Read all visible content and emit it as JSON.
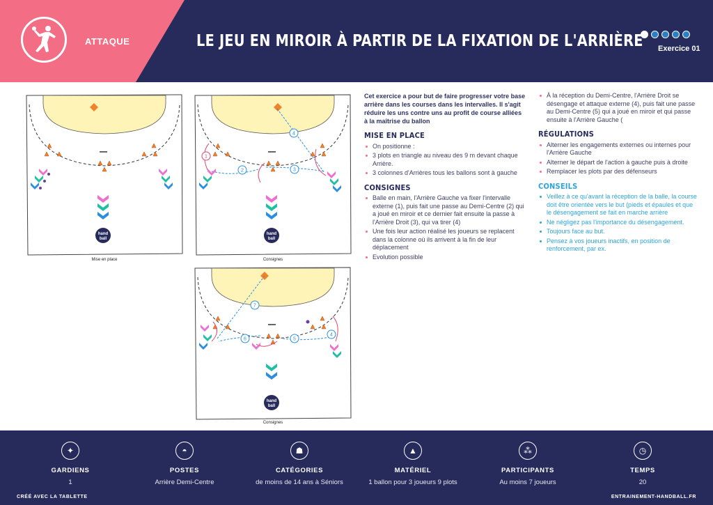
{
  "header": {
    "category": "ATTAQUE",
    "title": "LE JEU EN MIROIR À PARTIR DE LA FIXATION DE L'ARRIÈRE",
    "exercise": "Exercice 01"
  },
  "diagrams": {
    "captions": [
      "Mise en place",
      "Consignes",
      "Consignes"
    ],
    "logo_text_top": "hand",
    "logo_text_bottom": "ball",
    "labels_court2": [
      "1",
      "2",
      "3",
      "4"
    ],
    "labels_court3": [
      "4",
      "5",
      "6",
      "7"
    ]
  },
  "content": {
    "intro": "Cet exercice a pour but de faire progresser votre base arrière dans les courses dans les intervalles. Il s'agit réduire les uns contre uns au profit de course alliées à la maîtrise du ballon",
    "mise_en_place": {
      "title": "MISE EN PLACE",
      "items": [
        "On positionne :",
        "3 plots en triangle au niveau des 9 m devant chaque Arrière.",
        "3 colonnes d'Arrières tous les ballons sont à gauche"
      ]
    },
    "consignes": {
      "title": "CONSIGNES",
      "items": [
        "Balle en main, l'Arrière Gauche va fixer l'intervalle externe (1), puis fait une passe au Demi-Centre (2) qui a joué en miroir et ce dernier fait ensuite la passe à l'Arrière Droit (3), qui va tirer (4)",
        "Une fois leur action réalisé les joueurs se replacent dans la colonne où ils arrivent à la fin de leur déplacement",
        "Evolution possible"
      ]
    },
    "col2_items": [
      "À la réception du Demi-Centre, l'Arrière Droit se désengage et attaque externe (4), puis fait une passe au Demi-Centre (5) qui a joué en miroir et qui passe ensuite à l'Arrière Gauche ("
    ],
    "regulations": {
      "title": "RÉGULATIONS",
      "items": [
        "Alterner les engagements externes ou internes pour l'Arrière Gauche",
        "Alterner le départ de l'action à gauche puis à droite",
        "Remplacer les plots par des défenseurs"
      ]
    },
    "conseils": {
      "title": "CONSEILS",
      "items": [
        "Veillez à ce qu'avant la réception de la balle, la course doit être orientée vers le but (pieds et épaules et que le désengagement se fait en marche arrière",
        "Ne négligez pas l'importance du désengagement.",
        "Toujours face au but.",
        "Pensez à vos joueurs inactifs, en position de renforcement, par ex."
      ]
    }
  },
  "footer": {
    "stats": [
      {
        "label": "GARDIENS",
        "value": "1",
        "icon": "goalkeeper-icon"
      },
      {
        "label": "POSTES",
        "value": "Arrière Demi-Centre",
        "icon": "court-icon"
      },
      {
        "label": "CATÉGORIES",
        "value": "de moins de 14 ans à Séniors",
        "icon": "group-icon"
      },
      {
        "label": "MATÉRIEL",
        "value": "1 ballon pour 3 joueurs 9 plots",
        "icon": "cone-icon"
      },
      {
        "label": "PARTICIPANTS",
        "value": "Au moins 7 joueurs",
        "icon": "players-icon"
      },
      {
        "label": "TEMPS",
        "value": "20",
        "icon": "clock-icon"
      }
    ],
    "left": "CRÉÉ AVEC LA TABLETTE",
    "right": "ENTRAINEMENT-HANDBALL.FR"
  }
}
